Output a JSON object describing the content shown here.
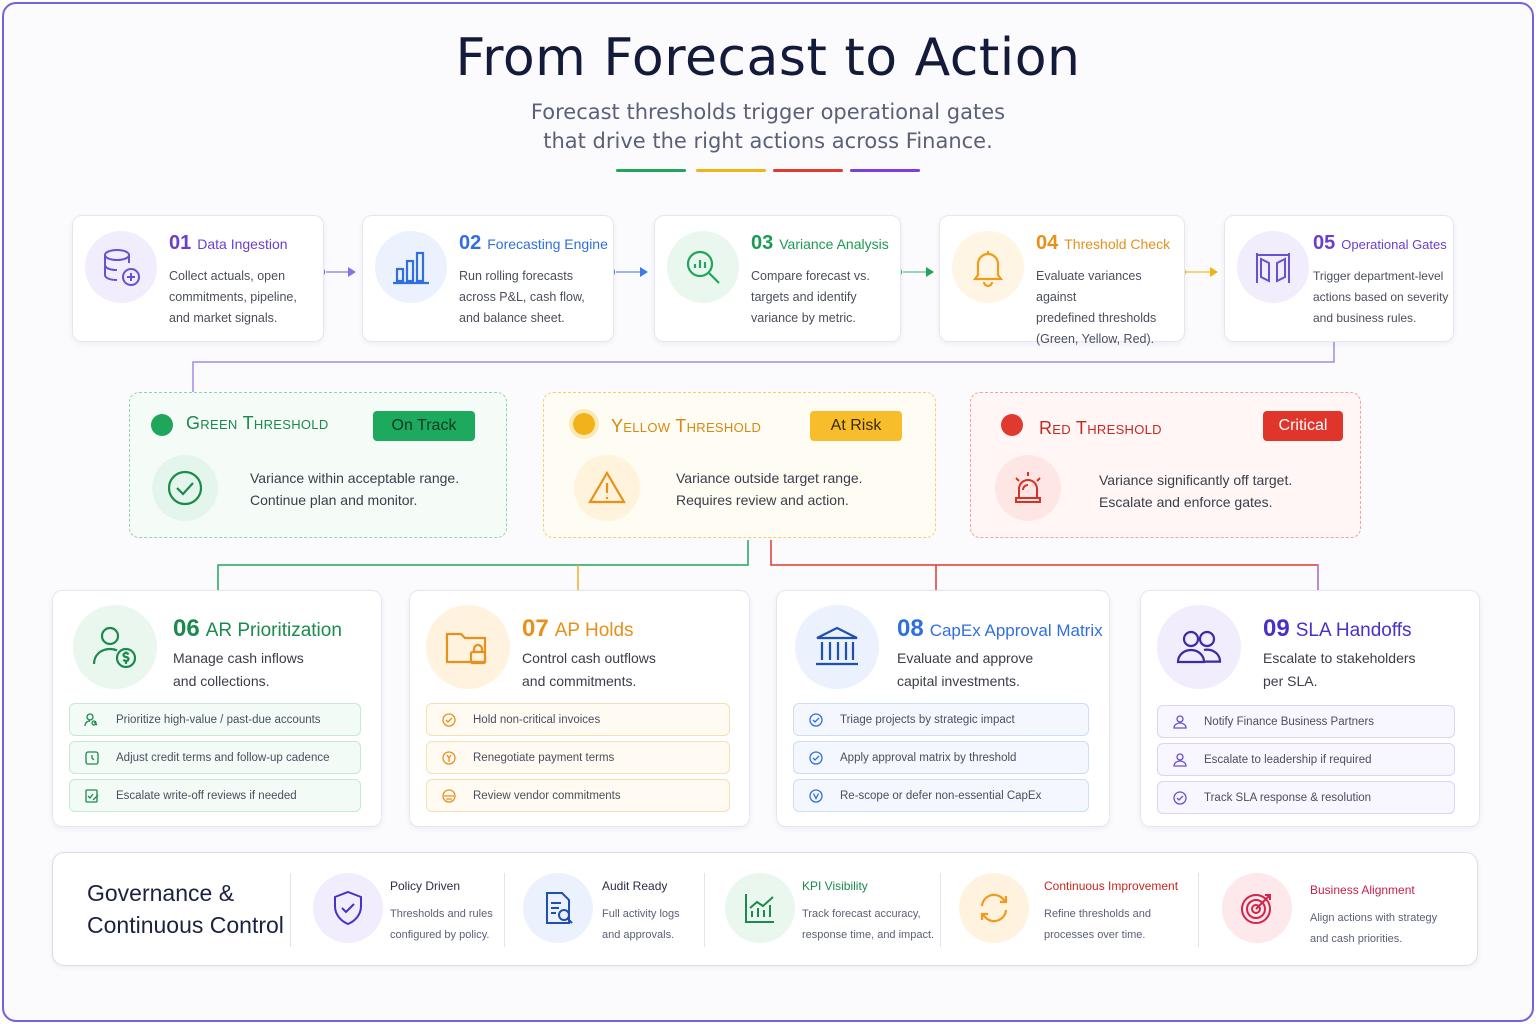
{
  "header": {
    "title": "From Forecast to Action",
    "subtitle_line1": "Forecast thresholds trigger operational gates",
    "subtitle_line2": "that drive the right actions across Finance."
  },
  "colors": {
    "green": "#1ea65a",
    "blue": "#2f6fe0",
    "yellow": "#f2b21a",
    "orange": "#f29a1a",
    "red": "#e03a2f",
    "purple": "#7a3fe0"
  },
  "steps": [
    {
      "num": "01",
      "title": "Data Ingestion",
      "desc1": "Collect actuals, open",
      "desc2": "commitments, pipeline,",
      "desc3": "and market signals.",
      "icon": "database-add-icon"
    },
    {
      "num": "02",
      "title": "Forecasting Engine",
      "desc1": "Run rolling forecasts",
      "desc2": "across P&L, cash flow,",
      "desc3": "and balance sheet.",
      "icon": "bar-chart-icon"
    },
    {
      "num": "03",
      "title": "Variance Analysis",
      "desc1": "Compare forecast vs.",
      "desc2": "targets and identify",
      "desc3": "variance by metric.",
      "icon": "magnifier-chart-icon"
    },
    {
      "num": "04",
      "title": "Threshold Check",
      "desc1": "Evaluate variances against",
      "desc2": "predefined thresholds",
      "desc3": "(Green, Yellow, Red).",
      "icon": "bell-icon"
    },
    {
      "num": "05",
      "title": "Operational Gates",
      "desc1": "Trigger department-level",
      "desc2": "actions based on severity",
      "desc3": "and business rules.",
      "icon": "gate-icon"
    }
  ],
  "thresholds": [
    {
      "title": "Green Threshold",
      "badge": "On Track",
      "desc1": "Variance within acceptable range.",
      "desc2": "Continue plan and monitor.",
      "icon": "check-circle-icon"
    },
    {
      "title": "Yellow Threshold",
      "badge": "At Risk",
      "desc1": "Variance outside target range.",
      "desc2": "Requires review and action.",
      "icon": "warning-icon"
    },
    {
      "title": "Red Threshold",
      "badge": "Critical",
      "desc1": "Variance significantly off target.",
      "desc2": "Escalate and enforce gates.",
      "icon": "siren-icon"
    }
  ],
  "actions": [
    {
      "num": "06",
      "title": "AR Prioritization",
      "desc1": "Manage cash inflows",
      "desc2": "and collections.",
      "icon": "user-dollar-icon",
      "items": [
        "Prioritize high-value / past-due accounts",
        "Adjust credit terms and follow-up cadence",
        "Escalate write-off reviews if needed"
      ]
    },
    {
      "num": "07",
      "title": "AP Holds",
      "desc1": "Control cash outflows",
      "desc2": "and commitments.",
      "icon": "folder-lock-icon",
      "items": [
        "Hold non-critical invoices",
        "Renegotiate payment terms",
        "Review vendor commitments"
      ]
    },
    {
      "num": "08",
      "title": "CapEx Approval Matrix",
      "desc1": "Evaluate and approve",
      "desc2": "capital investments.",
      "icon": "bank-icon",
      "items": [
        "Triage projects by strategic impact",
        "Apply approval matrix by threshold",
        "Re-scope or defer non-essential CapEx"
      ]
    },
    {
      "num": "09",
      "title": "SLA Handoffs",
      "desc1": "Escalate to stakeholders",
      "desc2": "per SLA.",
      "icon": "users-icon",
      "items": [
        "Notify Finance Business Partners",
        "Escalate to leadership if required",
        "Track SLA response & resolution"
      ]
    }
  ],
  "governance": {
    "title1": "Governance &",
    "title2": "Continuous Control",
    "items": [
      {
        "head": "Policy Driven",
        "desc1": "Thresholds and rules",
        "desc2": "configured by policy.",
        "icon": "shield-check-icon"
      },
      {
        "head": "Audit Ready",
        "desc1": "Full activity logs",
        "desc2": "and approvals.",
        "icon": "document-search-icon"
      },
      {
        "head": "KPI Visibility",
        "desc1": "Track forecast accuracy,",
        "desc2": "response time, and impact.",
        "icon": "trend-chart-icon"
      },
      {
        "head": "Continuous Improvement",
        "desc1": "Refine thresholds and",
        "desc2": "processes over time.",
        "icon": "refresh-icon"
      },
      {
        "head": "Business Alignment",
        "desc1": "Align actions with strategy",
        "desc2": "and cash priorities.",
        "icon": "target-icon"
      }
    ]
  }
}
